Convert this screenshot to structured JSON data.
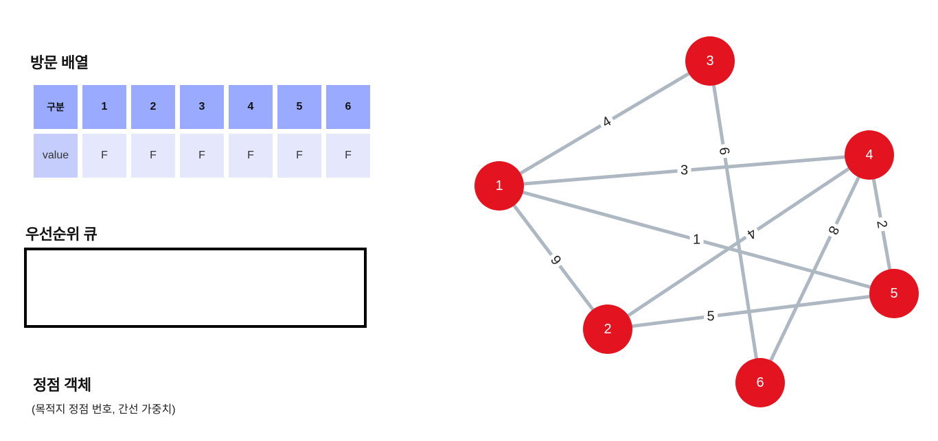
{
  "visited": {
    "title": "방문 배열",
    "header_label": "구분",
    "row_label": "value",
    "columns": [
      "1",
      "2",
      "3",
      "4",
      "5",
      "6"
    ],
    "values": [
      "F",
      "F",
      "F",
      "F",
      "F",
      "F"
    ]
  },
  "priority_queue": {
    "title": "우선순위 큐"
  },
  "vertex_object": {
    "title": "정점 객체",
    "note": "(목적지 정점 번호, 간선 가중치)"
  },
  "graph": {
    "colors": {
      "node": "#e3131f",
      "edge": "#aeb8c2",
      "visited_header": "#9aabff",
      "visited_cell": "#e5e8fd"
    },
    "nodes": [
      {
        "id": "1",
        "label": "1"
      },
      {
        "id": "2",
        "label": "2"
      },
      {
        "id": "3",
        "label": "3"
      },
      {
        "id": "4",
        "label": "4"
      },
      {
        "id": "5",
        "label": "5"
      },
      {
        "id": "6",
        "label": "6"
      }
    ],
    "edges": [
      {
        "from": "1",
        "to": "3",
        "weight": "4"
      },
      {
        "from": "1",
        "to": "4",
        "weight": "3"
      },
      {
        "from": "1",
        "to": "5",
        "weight": "1"
      },
      {
        "from": "1",
        "to": "2",
        "weight": "9"
      },
      {
        "from": "3",
        "to": "6",
        "weight": "6"
      },
      {
        "from": "4",
        "to": "2",
        "weight": "4"
      },
      {
        "from": "4",
        "to": "6",
        "weight": "8"
      },
      {
        "from": "4",
        "to": "5",
        "weight": "2"
      },
      {
        "from": "2",
        "to": "5",
        "weight": "5"
      }
    ]
  }
}
